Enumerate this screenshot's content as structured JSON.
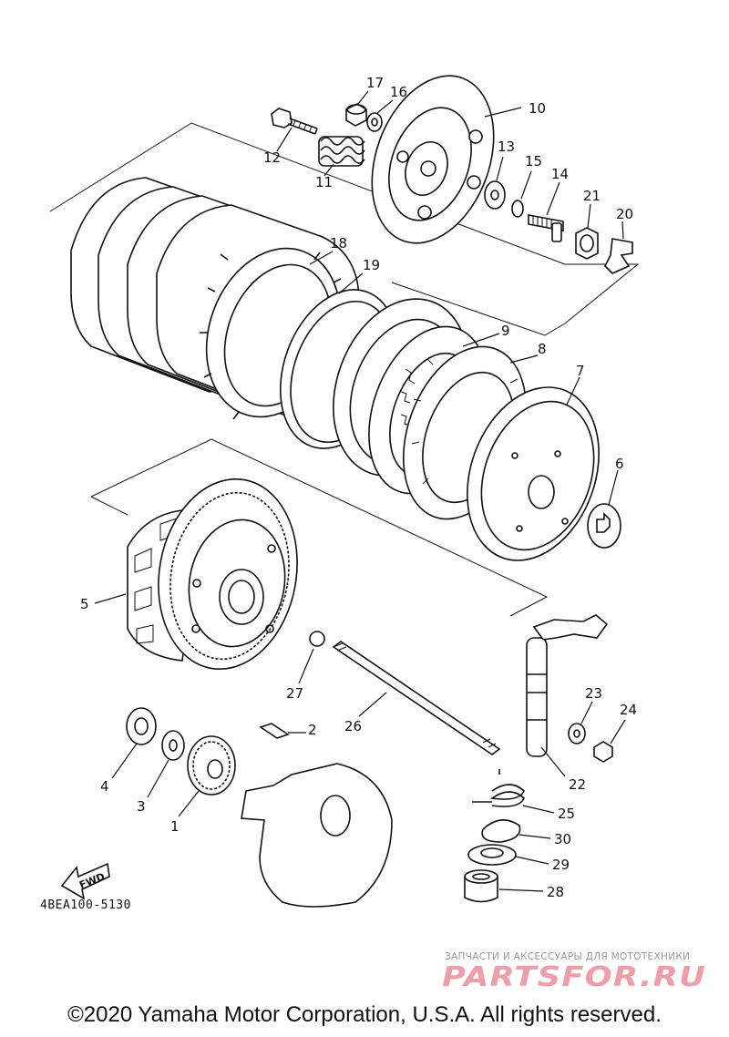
{
  "diagram": {
    "parts": [
      {
        "id": "p1",
        "label": "1"
      },
      {
        "id": "p2",
        "label": "2"
      },
      {
        "id": "p3",
        "label": "3"
      },
      {
        "id": "p4",
        "label": "4"
      },
      {
        "id": "p5",
        "label": "5"
      },
      {
        "id": "p6",
        "label": "6"
      },
      {
        "id": "p7",
        "label": "7"
      },
      {
        "id": "p8",
        "label": "8"
      },
      {
        "id": "p9",
        "label": "9"
      },
      {
        "id": "p10",
        "label": "10"
      },
      {
        "id": "p11",
        "label": "11"
      },
      {
        "id": "p12",
        "label": "12"
      },
      {
        "id": "p13",
        "label": "13"
      },
      {
        "id": "p14",
        "label": "14"
      },
      {
        "id": "p15",
        "label": "15"
      },
      {
        "id": "p16",
        "label": "16"
      },
      {
        "id": "p17",
        "label": "17"
      },
      {
        "id": "p18",
        "label": "18"
      },
      {
        "id": "p19",
        "label": "19"
      },
      {
        "id": "p20",
        "label": "20"
      },
      {
        "id": "p21",
        "label": "21"
      },
      {
        "id": "p22",
        "label": "22"
      },
      {
        "id": "p23",
        "label": "23"
      },
      {
        "id": "p24",
        "label": "24"
      },
      {
        "id": "p25",
        "label": "25"
      },
      {
        "id": "p26",
        "label": "26"
      },
      {
        "id": "p27",
        "label": "27"
      },
      {
        "id": "p28",
        "label": "28"
      },
      {
        "id": "p29",
        "label": "29"
      },
      {
        "id": "p30",
        "label": "30"
      }
    ],
    "fwd_label": "FWD",
    "code": "4BEA100-5130"
  },
  "watermark": {
    "subtitle": "ЗАПЧАСТИ И АКСЕССУАРЫ ДЛЯ МОТОТЕХНИКИ",
    "logo_text": "PARTSFOR.RU",
    "colors": {
      "main": "#e25060",
      "accent": "#3a8fd8"
    }
  },
  "footer": {
    "copyright": "©2020 Yamaha Motor Corporation, U.S.A. All rights reserved."
  }
}
